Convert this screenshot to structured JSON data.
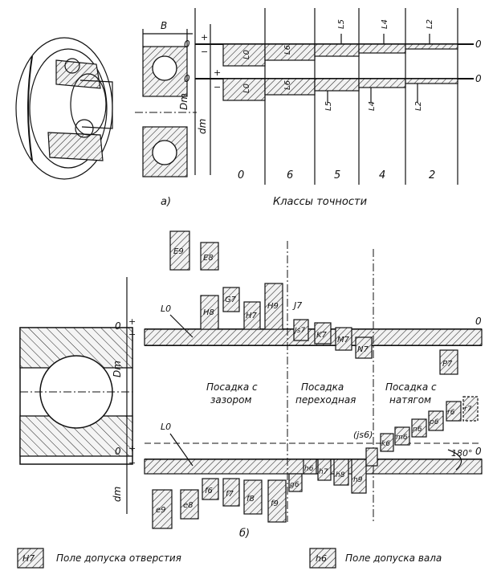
{
  "top": {
    "width_label": "B",
    "zero_label": "0",
    "plus": "+",
    "minus": "−",
    "Dm_label": "Dm",
    "dm_label": "dm",
    "outer_L0": "L0",
    "outer_L6": "L6",
    "outer_L5": "L5",
    "outer_L4": "L4",
    "outer_L2": "L2",
    "inner_L0": "L0",
    "inner_L6": "L6",
    "inner_L5": "L5",
    "inner_L4": "L4",
    "inner_L2": "L2",
    "classes": [
      "0",
      "6",
      "5",
      "4",
      "2"
    ],
    "sub_label": "а)",
    "classes_title": "Классы точности"
  },
  "bottom": {
    "zero_label": "0",
    "plus": "+",
    "minus": "−",
    "Dm_label": "Dm",
    "dm_label": "dm",
    "L0_outer": "L0",
    "L0_inner": "L0",
    "angle_label": "180°",
    "js_label": "(js6)",
    "region_clearance": [
      "Посадка с",
      "зазором"
    ],
    "region_transition": [
      "Посадка",
      "переходная"
    ],
    "region_interference": [
      "Посадка с",
      "натягом"
    ],
    "hole_fields": [
      "E9",
      "E8",
      "H8",
      "G7",
      "H7",
      "H9",
      "J7",
      "Js7",
      "K7",
      "M7",
      "N7",
      "P7"
    ],
    "shaft_fields": [
      "e9",
      "e8",
      "f6",
      "f7",
      "f8",
      "f9",
      "g6",
      "h6",
      "h7",
      "h8",
      "h9",
      "js6",
      "k6",
      "m6",
      "n6",
      "p6",
      "r6",
      "r7"
    ],
    "sub_label": "б)"
  },
  "legend": {
    "hole_sample": "H7",
    "hole_text": "Поле допуска отверстия",
    "shaft_sample": "h6",
    "shaft_text": "Поле допуска вала"
  }
}
